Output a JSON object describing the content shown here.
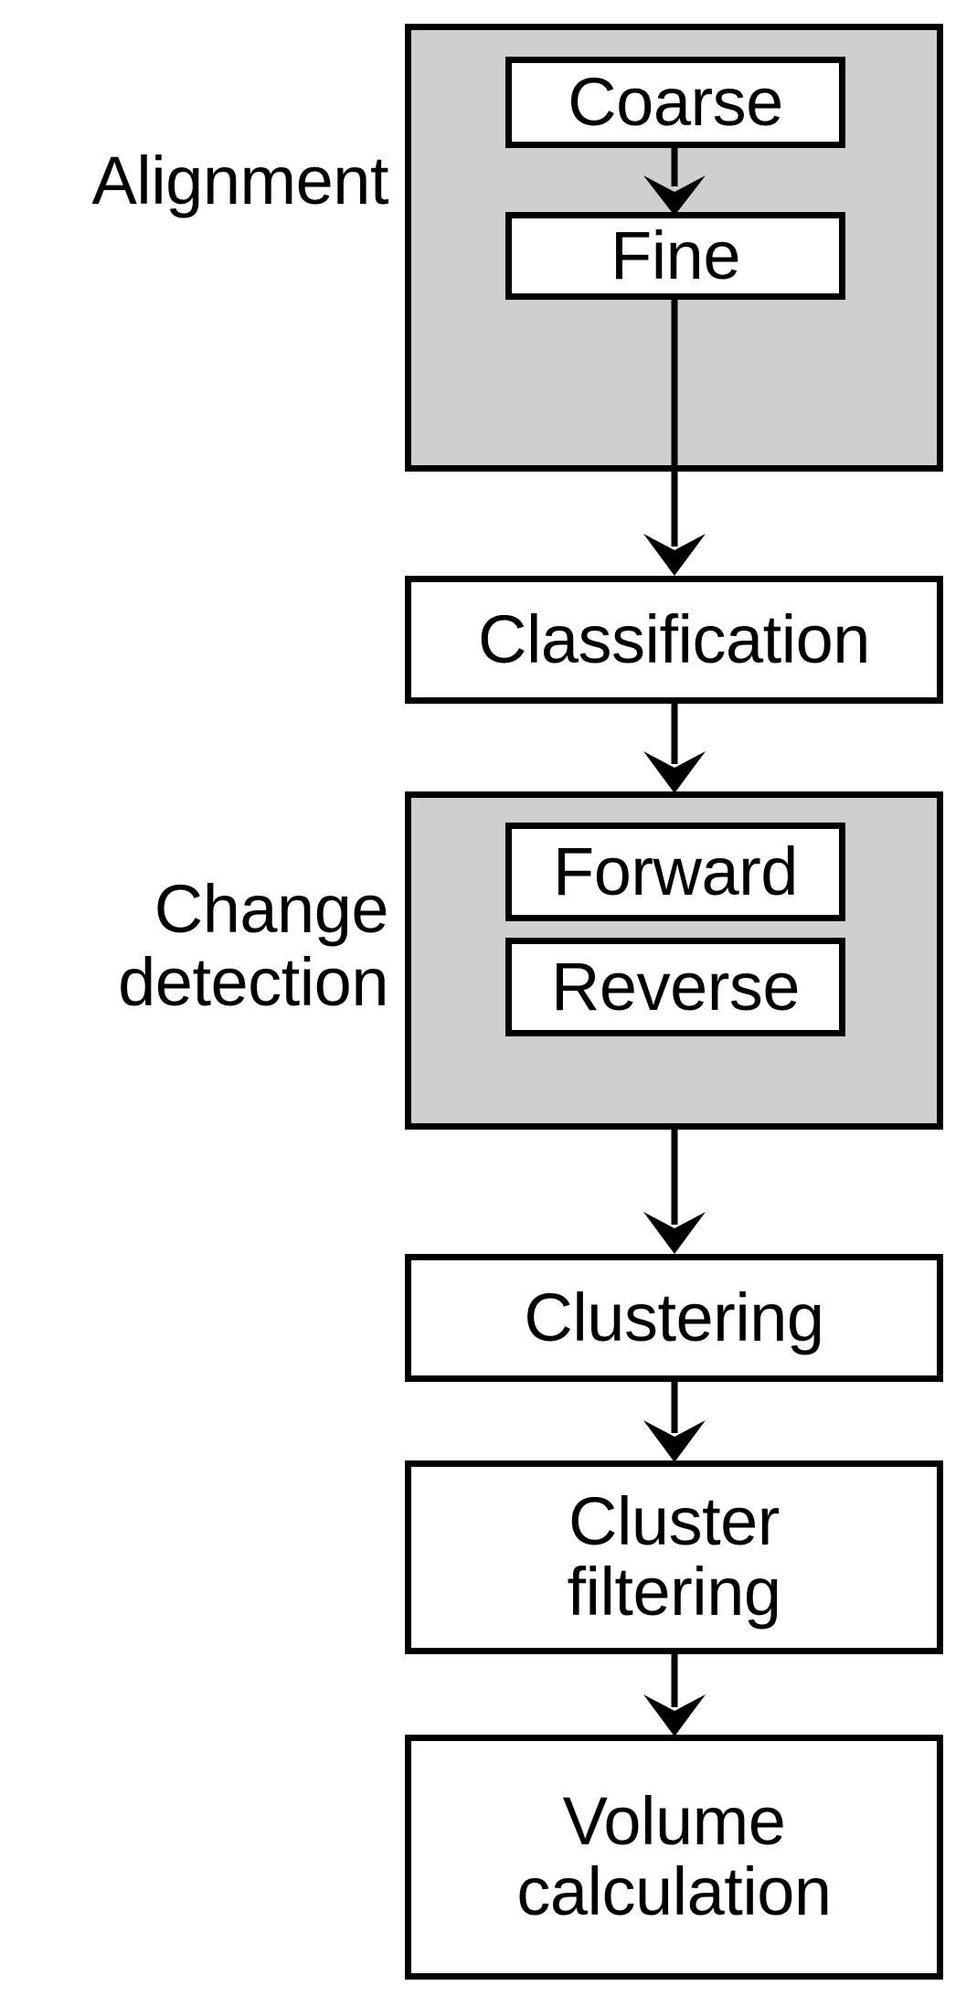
{
  "diagram": {
    "title": "Processing pipeline flowchart",
    "background_color": "#ffffff",
    "stroke_color": "#000000",
    "group_fill_color": "#cfcfcf",
    "node_fill_color": "#ffffff"
  },
  "groups": [
    {
      "id": "alignment",
      "label": "Alignment",
      "label_position": "left",
      "fill": "#cfcfcf",
      "children": [
        "coarse",
        "fine"
      ]
    },
    {
      "id": "change-detection",
      "label": "Change\ndetection",
      "label_position": "left",
      "fill": "#cfcfcf",
      "children": [
        "forward",
        "reverse"
      ]
    }
  ],
  "nodes": [
    {
      "id": "coarse",
      "label": "Coarse",
      "group": "alignment"
    },
    {
      "id": "fine",
      "label": "Fine",
      "group": "alignment"
    },
    {
      "id": "classification",
      "label": "Classification",
      "group": null
    },
    {
      "id": "forward",
      "label": "Forward",
      "group": "change-detection"
    },
    {
      "id": "reverse",
      "label": "Reverse",
      "group": "change-detection"
    },
    {
      "id": "clustering",
      "label": "Clustering",
      "group": null
    },
    {
      "id": "cluster-filtering",
      "label": "Cluster\nfiltering",
      "group": null
    },
    {
      "id": "volume",
      "label": "Volume\ncalculation",
      "group": null
    }
  ],
  "edges": [
    {
      "from": "coarse",
      "to": "fine",
      "type": "arrow",
      "direction": "down"
    },
    {
      "from": "fine",
      "to": "classification",
      "type": "arrow",
      "direction": "down"
    },
    {
      "from": "classification",
      "to": "change-detection",
      "type": "arrow",
      "direction": "down"
    },
    {
      "from": "change-detection",
      "to": "clustering",
      "type": "arrow",
      "direction": "down"
    },
    {
      "from": "clustering",
      "to": "cluster-filtering",
      "type": "arrow",
      "direction": "down"
    },
    {
      "from": "cluster-filtering",
      "to": "volume",
      "type": "arrow",
      "direction": "down"
    }
  ],
  "labels": {
    "alignment": "Alignment",
    "change_detection": "Change\ndetection"
  },
  "node_labels": {
    "coarse": "Coarse",
    "fine": "Fine",
    "classification": "Classification",
    "forward": "Forward",
    "reverse": "Reverse",
    "clustering": "Clustering",
    "cluster_filtering": "Cluster\nfiltering",
    "volume_calculation": "Volume\ncalculation"
  }
}
